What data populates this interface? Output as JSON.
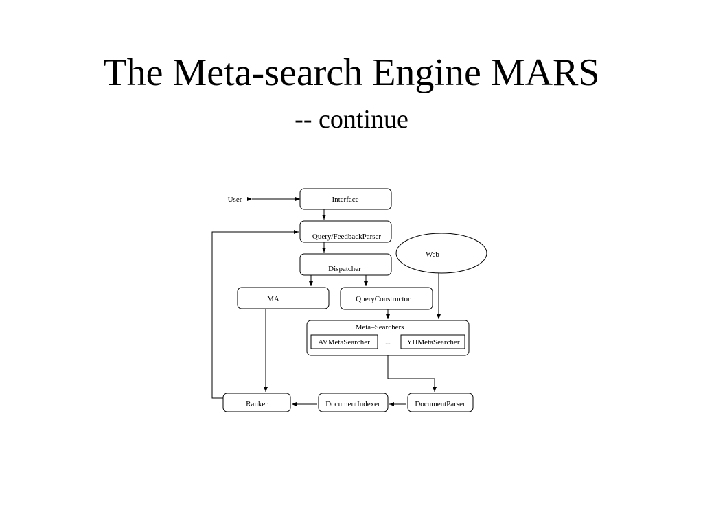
{
  "slide": {
    "title": "The Meta-search Engine MARS",
    "subtitle": "-- continue"
  },
  "diagram": {
    "nodes": {
      "user": "User",
      "interface": "Interface",
      "parser": "Query/FeedbackParser",
      "dispatcher": "Dispatcher",
      "ma": "MA",
      "qconstructor": "QueryConstructor",
      "web": "Web",
      "metasearchers": "Meta–Searchers",
      "av": "AVMetaSearcher",
      "dots": "...",
      "yh": "YHMetaSearcher",
      "ranker": "Ranker",
      "indexer": "DocumentIndexer",
      "docparser": "DocumentParser"
    }
  }
}
